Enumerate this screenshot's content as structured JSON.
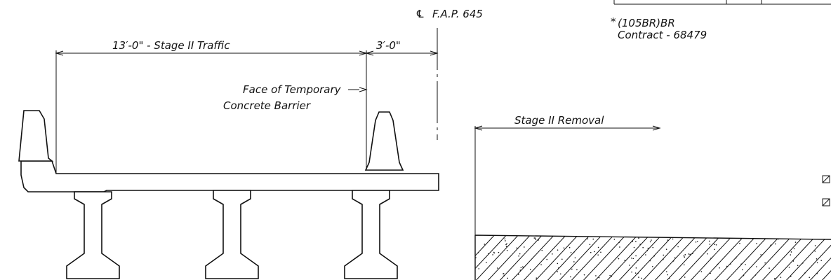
{
  "labels": {
    "centerline": "F.A.P. 645",
    "centerline_symbol": "℄",
    "note_asterisk": "*",
    "note_line1": "(105BR)BR",
    "note_line2": "Contract - 68479",
    "dim_traffic": "13′-0\" - Stage II Traffic",
    "dim_offset": "3′-0\"",
    "barrier_line1": "Face of Temporary",
    "barrier_line2": "Concrete Barrier",
    "removal": "Stage II Removal"
  }
}
